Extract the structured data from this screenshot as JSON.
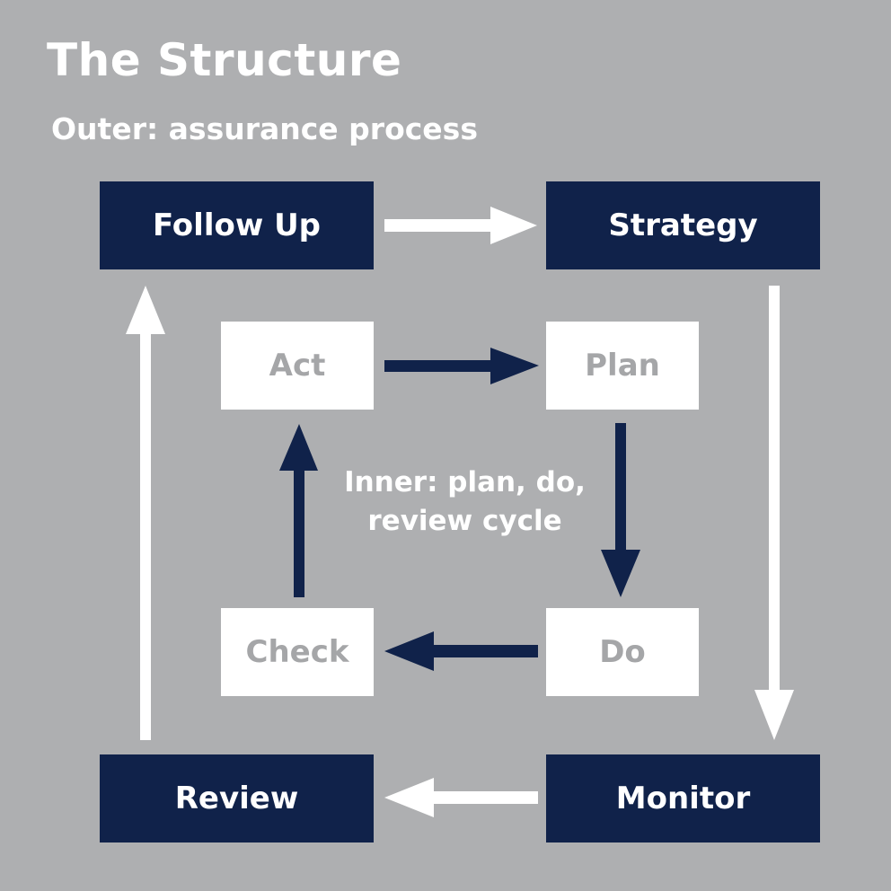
{
  "title": "The Structure",
  "subtitle": "Outer: assurance process",
  "outer_cycle": {
    "follow_up": "Follow Up",
    "strategy": "Strategy",
    "monitor": "Monitor",
    "review": "Review"
  },
  "inner_cycle": {
    "act": "Act",
    "plan": "Plan",
    "do": "Do",
    "check": "Check"
  },
  "inner_label": {
    "line1": "Inner: plan, do,",
    "line2": "review cycle"
  },
  "colors": {
    "background": "#aeafb1",
    "navy": "#10224a",
    "white": "#ffffff",
    "inner_text": "#a5a6a8"
  }
}
